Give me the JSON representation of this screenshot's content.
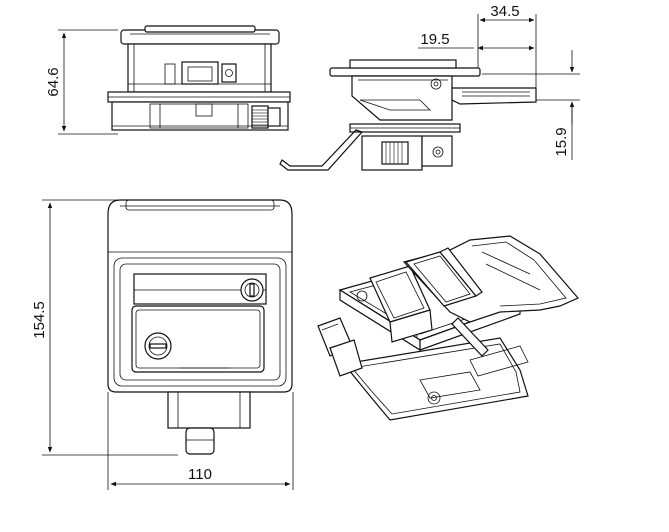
{
  "dimensions": {
    "top_height": "64.6",
    "side_width_a": "34.5",
    "side_width_b": "19.5",
    "side_height": "15.9",
    "front_height": "154.5",
    "front_width": "110"
  },
  "colors": {
    "line": "#111111",
    "background": "#ffffff"
  },
  "views": [
    "top-view",
    "side-view",
    "front-view",
    "isometric-view"
  ]
}
